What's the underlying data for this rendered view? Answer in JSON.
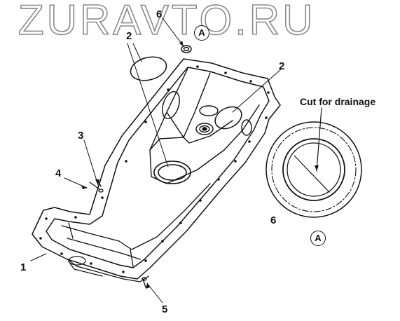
{
  "watermark": "ZURAVTO.RU",
  "callouts": {
    "c1": "1",
    "c2_left": "2",
    "c2_right": "2",
    "c3": "3",
    "c4": "4",
    "c5": "5",
    "c6_top": "6",
    "c6_detail": "6"
  },
  "detail": {
    "caption": "Cut for drainage",
    "ref_top": "A",
    "ref_bottom": "A"
  }
}
